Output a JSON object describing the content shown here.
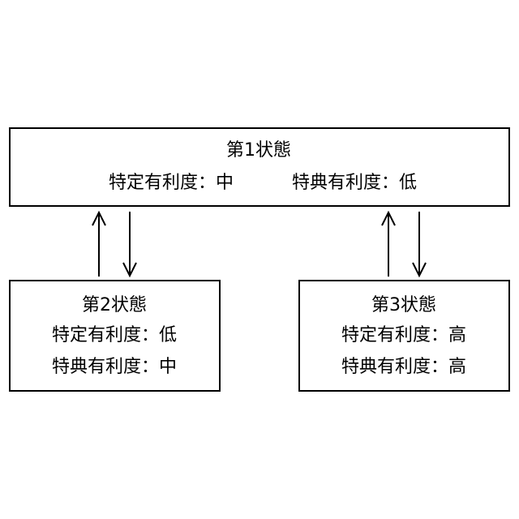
{
  "states": [
    {
      "title": "第1状態",
      "lines": [
        "特定有利度：中",
        "特典有利度：低"
      ]
    },
    {
      "title": "第2状態",
      "lines": [
        "特定有利度：低",
        "特典有利度：中"
      ]
    },
    {
      "title": "第3状態",
      "lines": [
        "特定有利度：高",
        "特典有利度：高"
      ]
    }
  ],
  "colors": {
    "line": "#000000",
    "background": "#ffffff"
  }
}
